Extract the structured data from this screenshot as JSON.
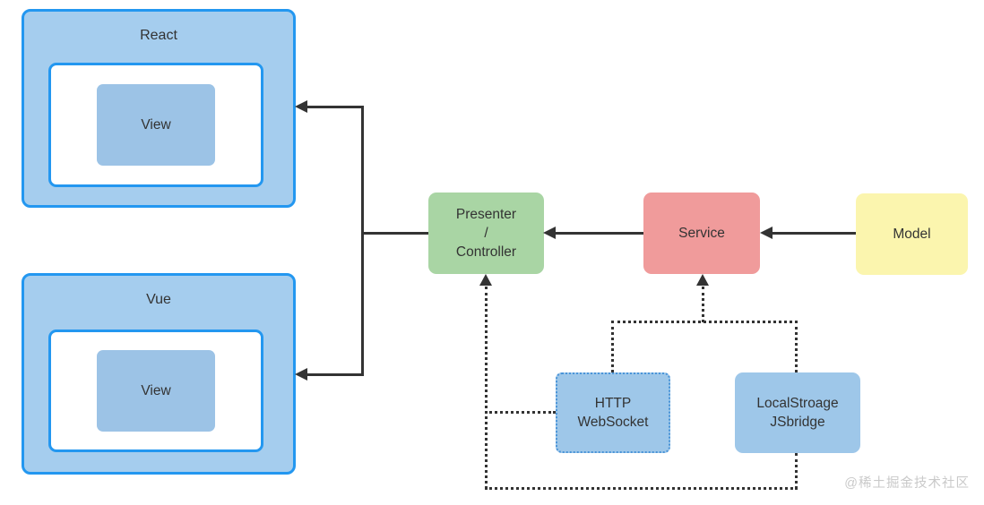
{
  "colors": {
    "blue_border": "#2397f0",
    "blue_fill": "#a5cdee",
    "view_fill": "#9cc3e6",
    "green_fill": "#a9d5a4",
    "red_fill": "#f09b9b",
    "yellow_fill": "#fbf5ae",
    "node_blue_fill": "#9ec7e9",
    "dotted_node_border": "#4a94d8",
    "line_color": "#333333",
    "watermark_color": "#c9c9c9",
    "text_color": "#333333"
  },
  "nodes": {
    "react": {
      "label": "React",
      "view": "View"
    },
    "vue": {
      "label": "Vue",
      "view": "View"
    },
    "presenter": {
      "line1": "Presenter",
      "line2": "/",
      "line3": "Controller"
    },
    "service": {
      "label": "Service"
    },
    "model": {
      "label": "Model"
    },
    "http": {
      "line1": "HTTP",
      "line2": "WebSocket"
    },
    "localstorage": {
      "line1": "LocalStroage",
      "line2": "JSbridge"
    }
  },
  "watermark": "@稀土掘金技术社区"
}
